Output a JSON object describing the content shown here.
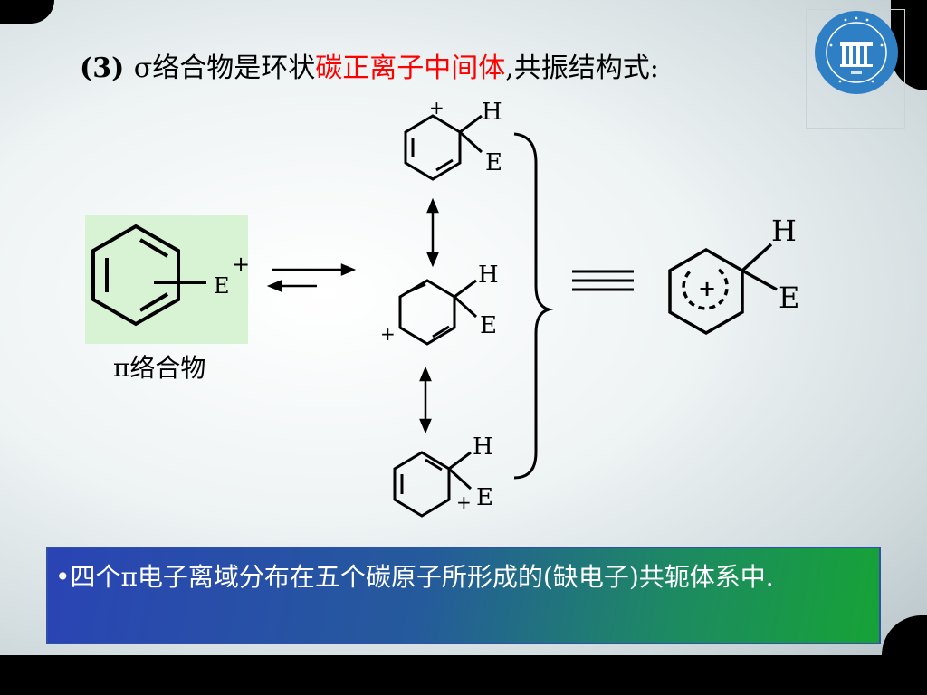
{
  "title": {
    "number": "(3) ",
    "part1": "σ络合物是环状",
    "red": "碳正离子中间体",
    "part2": ",共振结构式:"
  },
  "pi_complex": {
    "label": "π络合物",
    "electrophile": "E",
    "charge": "+"
  },
  "resonance": {
    "h_label": "H",
    "e_label": "E",
    "plus": "+",
    "delocalized_plus": "+"
  },
  "note": {
    "text": "•四个π电子离域分布在五个碳原子所形成的(缺电子)共轭体系中."
  },
  "colors": {
    "highlight": "#ff0000",
    "note_start": "#2a44b4",
    "note_end": "#16a336",
    "pi_box": "#d8f2d4",
    "logo_blue": "#2f7fc4"
  }
}
